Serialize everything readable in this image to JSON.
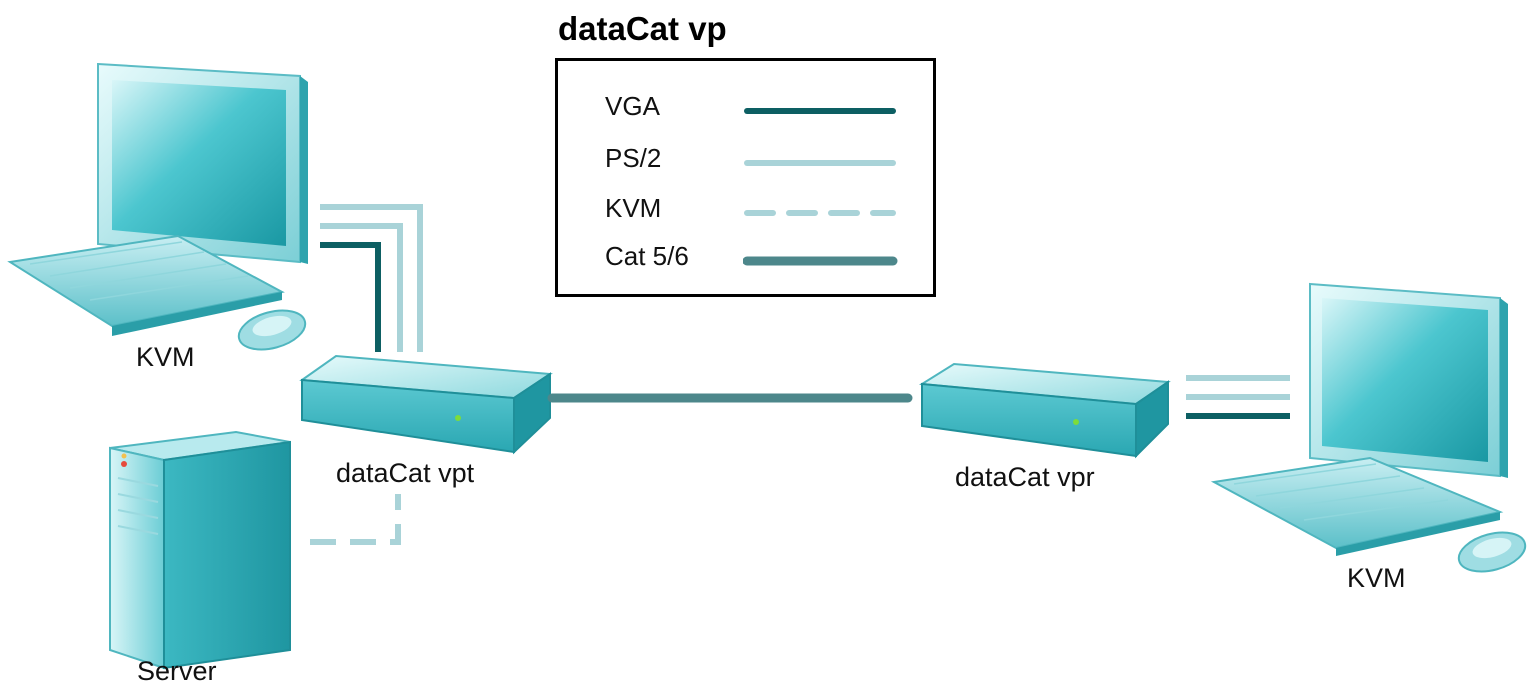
{
  "diagram": {
    "title": "dataCat vp",
    "legend": [
      {
        "label": "VGA",
        "style": "solid",
        "color": "#0d5f63"
      },
      {
        "label": "PS/2",
        "style": "solid",
        "color": "#a9d3d8"
      },
      {
        "label": "KVM",
        "style": "dashed",
        "color": "#a9d3d8"
      },
      {
        "label": "Cat 5/6",
        "style": "solid-thick",
        "color": "#4d878b"
      }
    ],
    "nodes": {
      "kvm_left": "KVM",
      "server": "Server",
      "transmitter": "dataCat vpt",
      "receiver": "dataCat vpr",
      "kvm_right": "KVM"
    },
    "colors": {
      "device_teal": "#4fc3cc",
      "device_light": "#bfe9ee",
      "vga": "#0d5f63",
      "ps2": "#a9d3d8",
      "cat": "#4d878b",
      "led": "#7ddc3a"
    }
  }
}
